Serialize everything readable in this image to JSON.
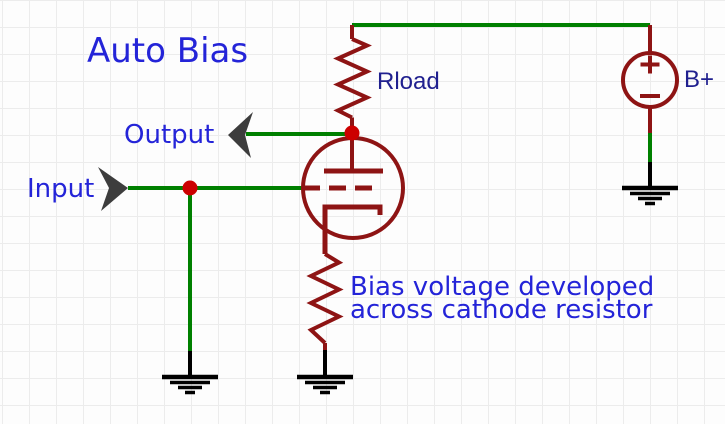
{
  "diagram": {
    "title": "Auto Bias",
    "labels": {
      "output": "Output",
      "input": "Input",
      "rload": "Rload",
      "b_plus": "B+"
    },
    "caption": {
      "line1": "Bias voltage developed",
      "line2": "across cathode resistor"
    },
    "icons": {
      "input_arrow": "right-pointing-arrowhead",
      "output_arrow": "left-pointing-arrowhead",
      "ground": "earth-ground-symbol",
      "junction": "junction-dot",
      "plus_sign": "+",
      "minus_sign": "−"
    },
    "colors": {
      "wire_green": "#008000",
      "component_dark_red": "#8e1414",
      "junction_red": "#cc0000",
      "label_blue": "#2424d8",
      "component_label_navy": "#20208f",
      "arrow_gray": "#3d3d3d",
      "ground_black": "#000000",
      "grid_line": "#ececec",
      "background": "#fdfdfd"
    }
  }
}
